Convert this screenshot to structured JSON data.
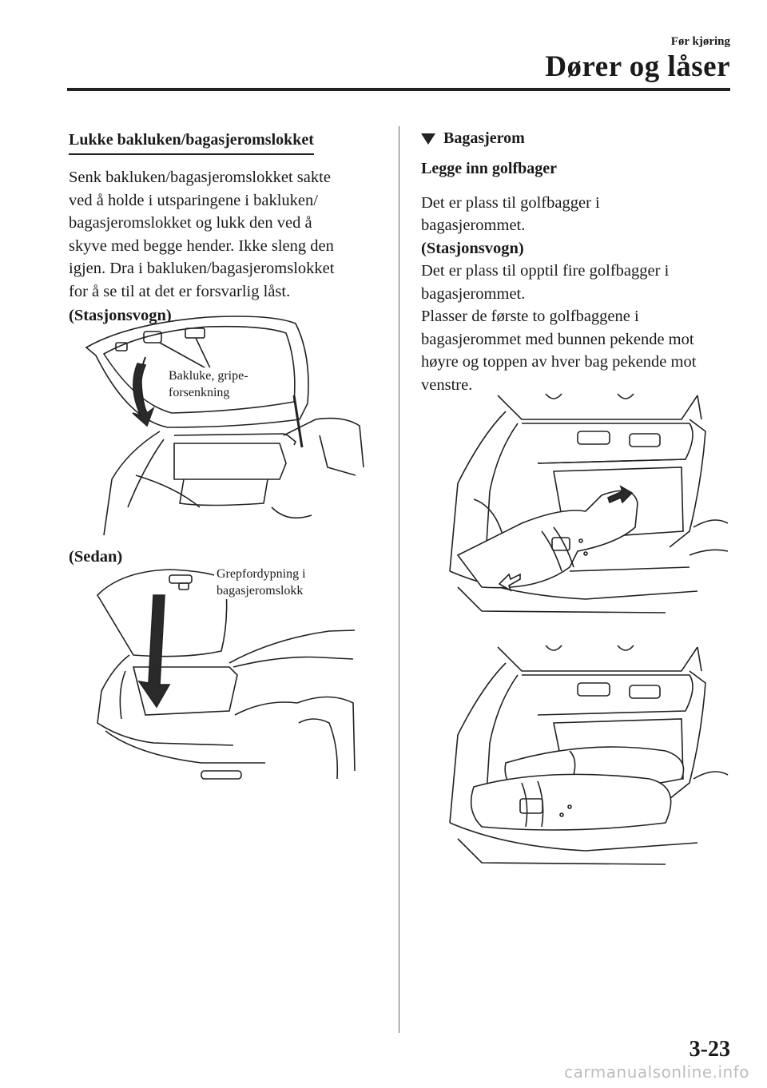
{
  "header": {
    "section": "Før kjøring",
    "title": "Dører og låser"
  },
  "left": {
    "subtitle": "Lukke bakluken/bagasjeromslokket",
    "lines": [
      "Senk bakluken/bagasjeromslokket sakte",
      "ved å holde i utsparingene i bakluken/",
      "bagasjeromslokket og lukk den ved å",
      "skyve med begge hender. Ikke sleng den",
      "igjen. Dra i bakluken/bagasjeromslokket",
      "for å se til at det er forsvarlig låst."
    ],
    "wagon_label": "(Stasjonsvogn)",
    "wagon_callout": [
      "Bakluke, gripe-",
      "forsenkning"
    ],
    "sedan_label": "(Sedan)",
    "sedan_callout": [
      "Grepfordypning i",
      "bagasjeromslokk"
    ]
  },
  "right": {
    "section": "Bagasjerom",
    "subheading": "Legge inn golfbager",
    "lines_a": [
      "Det er plass til golfbagger i",
      "bagasjerommet."
    ],
    "wagon_label": "(Stasjonsvogn)",
    "lines_b": [
      "Det er plass til opptil fire golfbagger i",
      "bagasjerommet.",
      "Plasser de første to golfbaggene i",
      "bagasjerommet med bunnen pekende mot",
      "høyre og toppen av hver bag pekende mot",
      "venstre."
    ]
  },
  "footer": {
    "page": "3-23",
    "link": "carmanualsonline.info"
  }
}
